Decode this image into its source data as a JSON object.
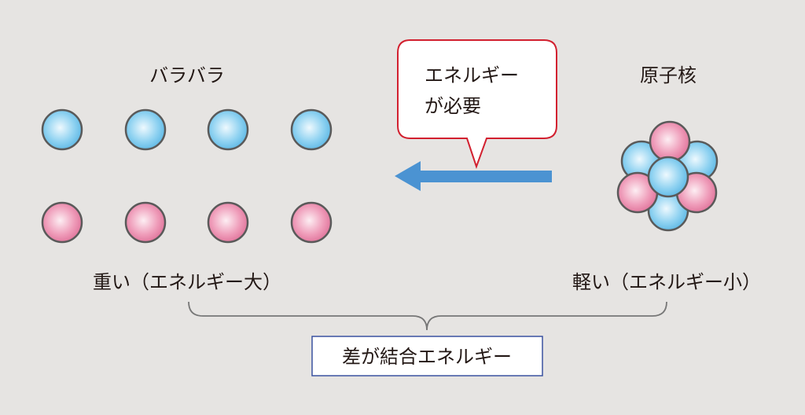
{
  "labels": {
    "scattered": "バラバラ",
    "nucleus": "原子核",
    "heavy": "重い（エネルギー大）",
    "light": "軽い（エネルギー小）",
    "binding_energy": "差が結合エネルギー"
  },
  "callout": {
    "line1": "エネルギー",
    "line2": "が必要"
  },
  "colors": {
    "background": "#e6e4e2",
    "proton": "#e889a8",
    "neutron": "#6ec3ea",
    "arrow": "#4b93d2",
    "callout_border": "#d2202f",
    "box_border": "#3a52a0"
  }
}
